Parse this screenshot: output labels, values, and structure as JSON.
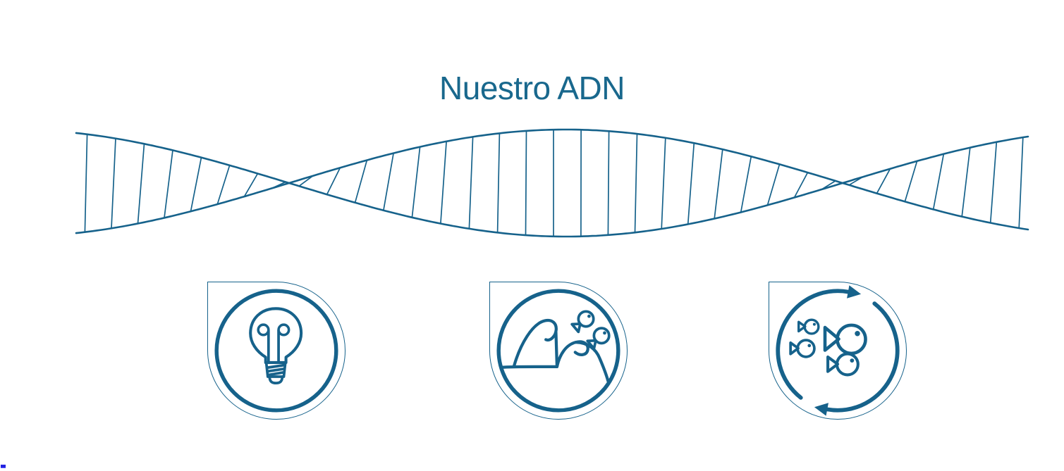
{
  "title": "Nuestro ADN",
  "colors": {
    "background": "#ffffff",
    "accent": "#16628b",
    "title": "#19688d",
    "artifact_blue": "#2222e0"
  },
  "graphic": {
    "name": "dna-double-helix"
  },
  "icons": [
    {
      "name": "lightbulb-icon",
      "label": "idea-lightbulb"
    },
    {
      "name": "waves-fish-icon",
      "label": "ocean-wave-with-fish"
    },
    {
      "name": "fish-cycle-icon",
      "label": "fish-school-cycle"
    }
  ]
}
